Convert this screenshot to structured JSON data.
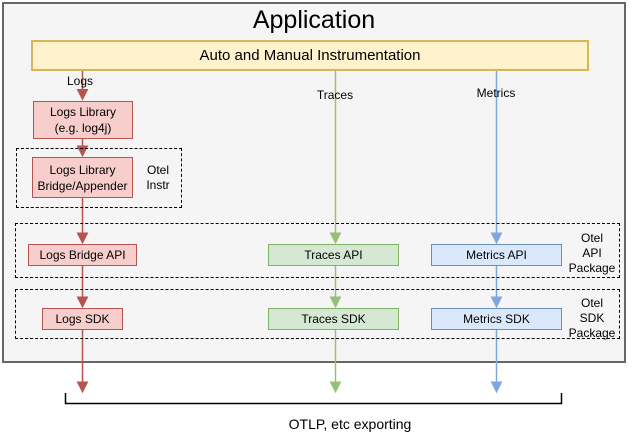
{
  "title": "Application",
  "instrumentation": {
    "label": "Auto and Manual Instrumentation"
  },
  "signals": {
    "logs": "Logs",
    "traces": "Traces",
    "metrics": "Metrics"
  },
  "nodes": {
    "logs_library": {
      "line1": "Logs Library",
      "line2": "(e.g. log4j)"
    },
    "logs_bridge": {
      "line1": "Logs Library",
      "line2": "Bridge/Appender"
    },
    "logs_bridge_api": "Logs Bridge API",
    "traces_api": "Traces API",
    "metrics_api": "Metrics API",
    "logs_sdk": "Logs SDK",
    "traces_sdk": "Traces SDK",
    "metrics_sdk": "Metrics SDK"
  },
  "groups": {
    "otel_instr": {
      "line1": "Otel",
      "line2": "Instr"
    },
    "otel_api": {
      "line1": "Otel",
      "line2": "API",
      "line3": "Package"
    },
    "otel_sdk": {
      "line1": "Otel",
      "line2": "SDK",
      "line3": "Package"
    }
  },
  "footer": {
    "exporting_label": "OTLP, etc exporting"
  },
  "colors": {
    "app_fill": "#F5F5F5",
    "app_border": "#666666",
    "yellow_fill": "#FFF2CC",
    "yellow_border": "#D6B656",
    "red_fill": "#F8CECC",
    "red_border": "#B85450",
    "green_fill": "#D5E8D4",
    "green_border": "#82B366",
    "blue_fill": "#DAE8FC",
    "blue_border": "#6C8EBF",
    "arrow_red": "#B85450",
    "arrow_green": "#97C077",
    "arrow_blue": "#7EA6E0"
  }
}
